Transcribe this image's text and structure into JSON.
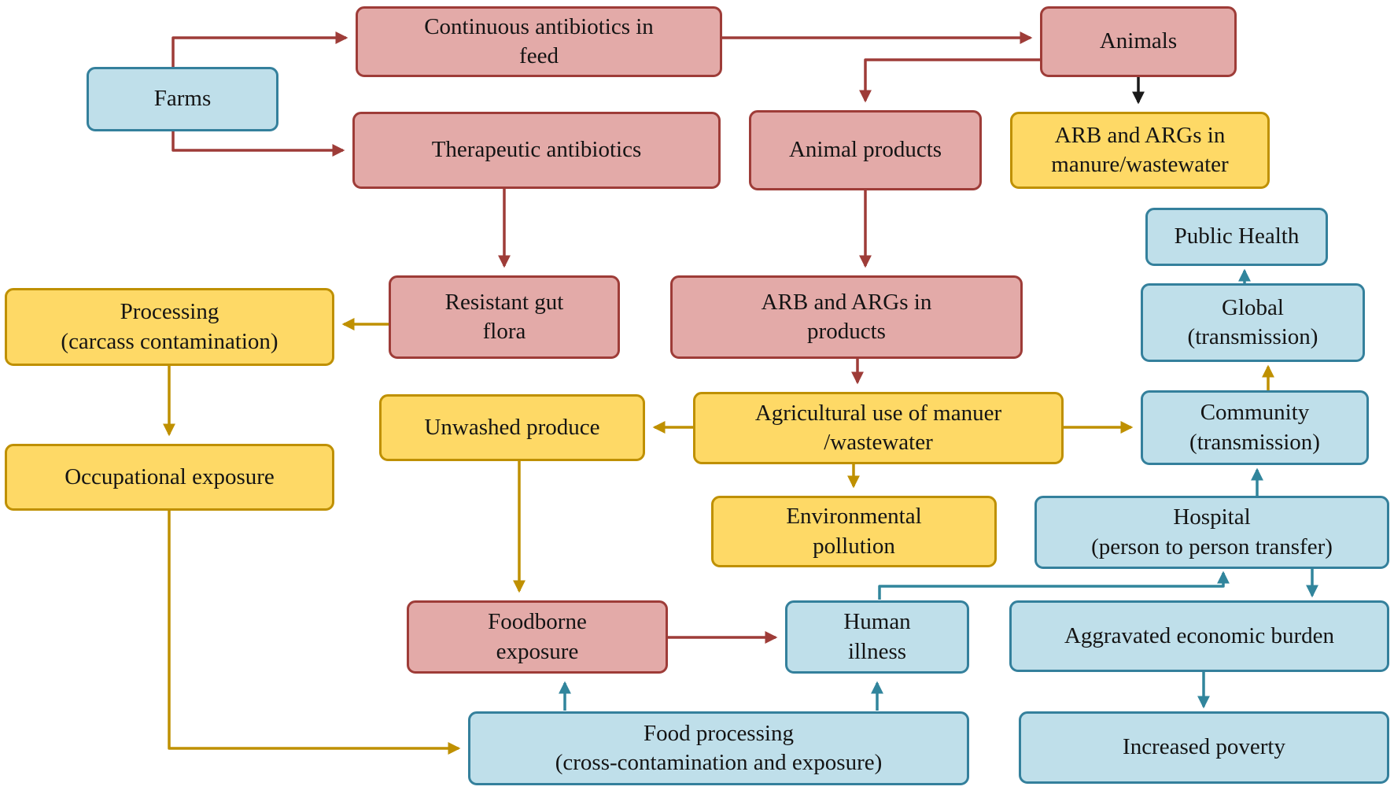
{
  "diagram": {
    "title": "Antibiotic resistance transmission pathways from farms to public health",
    "colors": {
      "pink_fill": "#e3aaa8",
      "pink_border": "#9e3c38",
      "blue_fill": "#bfdfea",
      "blue_border": "#34809c",
      "yellow_fill": "#fed966",
      "yellow_border": "#bf9000",
      "arrow_red": "#9e3c38",
      "arrow_black": "#1a1a1a",
      "arrow_gold": "#bf9000",
      "arrow_teal": "#31859c",
      "background": "#ffffff",
      "text": "#141414"
    },
    "nodes": {
      "feed": {
        "label": "Continuous antibiotics in\nfeed",
        "color": "pink"
      },
      "animals": {
        "label": "Animals",
        "color": "pink"
      },
      "farms": {
        "label": "Farms",
        "color": "blue"
      },
      "therapeutic": {
        "label": "Therapeutic antibiotics",
        "color": "pink"
      },
      "animal_products": {
        "label": "Animal products",
        "color": "pink"
      },
      "arb_manure": {
        "label": "ARB and ARGs in\nmanure/wastewater",
        "color": "yellow"
      },
      "public_health": {
        "label": "Public Health",
        "color": "blue"
      },
      "resistant_gut": {
        "label": "Resistant gut\nflora",
        "color": "pink"
      },
      "arb_products": {
        "label": "ARB and ARGs in\nproducts",
        "color": "pink"
      },
      "global": {
        "label": "Global\n(transmission)",
        "color": "blue"
      },
      "processing": {
        "label": "Processing\n(carcass contamination)",
        "color": "yellow"
      },
      "unwashed": {
        "label": "Unwashed produce",
        "color": "yellow"
      },
      "agri_use": {
        "label": "Agricultural use of manuer\n/wastewater",
        "color": "yellow"
      },
      "community": {
        "label": "Community\n(transmission)",
        "color": "blue"
      },
      "occupational": {
        "label": "Occupational exposure",
        "color": "yellow"
      },
      "env_pollution": {
        "label": "Environmental\npollution",
        "color": "yellow"
      },
      "hospital": {
        "label": "Hospital\n(person to person transfer)",
        "color": "blue"
      },
      "foodborne": {
        "label": "Foodborne\nexposure",
        "color": "pink"
      },
      "human_illness": {
        "label": "Human\nillness",
        "color": "blue"
      },
      "econ_burden": {
        "label": "Aggravated economic burden",
        "color": "blue"
      },
      "food_processing": {
        "label": "Food processing\n(cross-contamination and exposure)",
        "color": "blue"
      },
      "poverty": {
        "label": "Increased poverty",
        "color": "blue"
      }
    },
    "edges": [
      {
        "from": "farms",
        "to": "feed",
        "color": "red"
      },
      {
        "from": "farms",
        "to": "therapeutic",
        "color": "red"
      },
      {
        "from": "feed",
        "to": "animals",
        "color": "red"
      },
      {
        "from": "animals",
        "to": "animal_products",
        "color": "red"
      },
      {
        "from": "animals",
        "to": "arb_manure",
        "color": "black"
      },
      {
        "from": "therapeutic",
        "to": "resistant_gut",
        "color": "red"
      },
      {
        "from": "animal_products",
        "to": "arb_products",
        "color": "red"
      },
      {
        "from": "resistant_gut",
        "to": "processing",
        "color": "gold"
      },
      {
        "from": "processing",
        "to": "occupational",
        "color": "gold"
      },
      {
        "from": "arb_products",
        "to": "agri_use",
        "color": "red"
      },
      {
        "from": "agri_use",
        "to": "unwashed",
        "color": "gold"
      },
      {
        "from": "agri_use",
        "to": "community",
        "color": "gold"
      },
      {
        "from": "agri_use",
        "to": "env_pollution",
        "color": "gold"
      },
      {
        "from": "unwashed",
        "to": "foodborne",
        "color": "gold"
      },
      {
        "from": "occupational",
        "to": "food_processing",
        "color": "gold"
      },
      {
        "from": "foodborne",
        "to": "human_illness",
        "color": "red"
      },
      {
        "from": "food_processing",
        "to": "foodborne",
        "color": "teal"
      },
      {
        "from": "food_processing",
        "to": "human_illness",
        "color": "teal"
      },
      {
        "from": "human_illness",
        "to": "hospital",
        "color": "teal"
      },
      {
        "from": "hospital",
        "to": "community",
        "color": "teal"
      },
      {
        "from": "community",
        "to": "global",
        "color": "gold"
      },
      {
        "from": "global",
        "to": "public_health",
        "color": "teal"
      },
      {
        "from": "hospital",
        "to": "econ_burden",
        "color": "teal"
      },
      {
        "from": "econ_burden",
        "to": "poverty",
        "color": "teal"
      }
    ]
  }
}
